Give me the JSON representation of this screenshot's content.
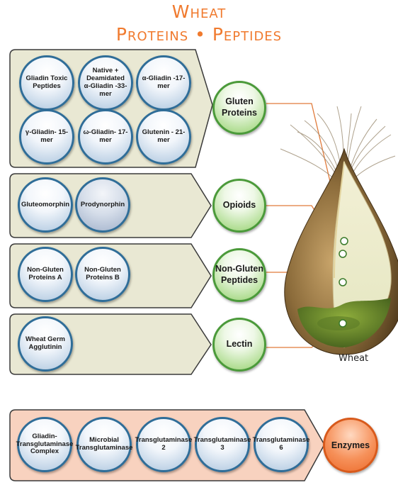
{
  "title": {
    "line1": "Wheat",
    "line2": "Proteins • Peptides"
  },
  "groups": {
    "gluten": {
      "label_line1": "Gluten",
      "label_line2": "Proteins",
      "items": [
        "Gliadin Toxic Peptides",
        "Native + Deamidated α-Gliadin -33-mer",
        "α-Gliadin -17-mer",
        "γ-Gliadin- 15-mer",
        "ω-Gliadin- 17-mer",
        "Glutenin - 21-mer"
      ]
    },
    "opioids": {
      "label": "Opioids",
      "items": [
        "Gluteomorphin",
        "Prodynorphin"
      ]
    },
    "nongluten": {
      "label_line1": "Non-Gluten",
      "label_line2": "Peptides",
      "items": [
        "Non-Gluten Proteins A",
        "Non-Gluten Proteins B"
      ]
    },
    "lectin": {
      "label": "Lectin",
      "items": [
        "Wheat Germ Agglutinin"
      ]
    },
    "enzymes": {
      "label": "Enzymes",
      "items": [
        "Gliadin- Transglutaminase Complex",
        "Microbial Transglutaminase",
        "Transglutaminase 2",
        "Transglutaminase 3",
        "Transglutaminase 6"
      ]
    }
  },
  "wheat_label": "Wheat",
  "colors": {
    "title": "#f07a2e",
    "panel": "#e9e8d3",
    "enzyme_panel": "#f8d2bf",
    "item_border": "#2f6d98",
    "group_border": "#4b9a3a",
    "enzyme_circle": "#ec6a2a",
    "connector": "#e07a3a"
  }
}
